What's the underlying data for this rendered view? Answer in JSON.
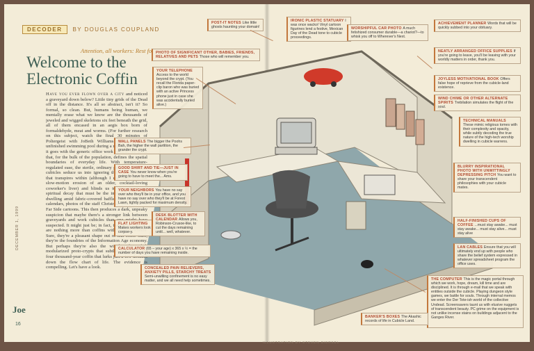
{
  "kicker": {
    "label": "DECODER",
    "byline": "BY DOUGLAS COUPLAND"
  },
  "tagline": "Attention, all workers: Rest for your lives!",
  "headline": "Welcome to the Electronic Coffin",
  "body": {
    "lead": "Have you ever flown over a city",
    "text": "and noticed a graveyard down below? Little tiny grids of the Dead off in the distance. It's all so abstract, isn't it? So formal, so clean. But, humans being human, we mentally erase what we know are the thousands of jeweled and wigged skeletons six feet beneath the grid, all of them encased in an aegis box born of formaldehyde, meat and worms. (For further research on this subject, watch the final 30 minutes of Poltergeist with JoBeth Williams trapped in the unfinished swimming pool during a rainstorm.) And so it goes with the generic office work cubicle, the place that, for the bulk of the population, defines the spatial boundaries of everyday life. With temperature-regulated ease, the sterile, ordinary grid-lines of work cubicles seduce us into ignoring the physical decay that transpires within (although I did once toss the slow-motion erosion of an older, cocktail-loving coworker's liver) and blinds us to the moral and spiritual decay that must be the inevitable result of dwelling amid fabric-covered baffles dotted with cat calendars, photos of the staff Christmas party and The Far Side cartoons. This then produces a dark, unpeaky suspicion that maybe there's a stronger link between graveyards and work cubicles than one might have suspected. It might just be; in fact, that work cubicles are nothing more than coffins with roaring wheels. Sure, they're a pleasant shape out of teal color. Sure, they're the foundries of the Information Age economy. But perhaps they're also the wired, color-coded, modularized proto-crypts that subtly prepare us for four thousand-year coffin that lurks just a few decades down the flow chart of life. The evidence is compelling. Let's have a look."
  },
  "sidebar_vertical": "DECEMBER 1, 1999",
  "logo": "Joe",
  "page_number": "16",
  "credit": "ILLUSTRATION BY STEVEN BIERSEL",
  "callouts": {
    "postit": {
      "hd": "POST-IT NOTES",
      "bd": "Like little ghosts haunting your domain!"
    },
    "photo_sig": {
      "hd": "PHOTO OF SIGNIFICANT OTHER, BABIES, FRIENDS, RELATIVES AND PETS",
      "bd": "Those who will remember you."
    },
    "phone": {
      "hd": "YOUR TELEPHONE",
      "bd": "Access to the world beyond the crypt. (You recall the Florida paper-clip baron who was buried with an active Princess phone just in case she was accidentally buried alive.)"
    },
    "walls": {
      "hd": "WALL PANELS",
      "bd": "The bigger the Poohs Bah, the higher the wall partition, the grander the crypt."
    },
    "shirt": {
      "hd": "GOOD SHIRT AND TIE—JUST IN CASE",
      "bd": "You never know when you're going to have to meet the... Ams."
    },
    "neighbors": {
      "hd": "YOUR NEIGHBORS",
      "bd": "You have no say over who they'll be in your office, and you have no say over who they'll be at Forest Lawn, tightly packed for maximum density."
    },
    "flat": {
      "hd": "FLAT LIGHTING",
      "bd": "Makes workers look corpse-y."
    },
    "desk_blotter": {
      "hd": "DESK BLOTTER WITH CALENDAR",
      "bd": "Allows you, Robinson-Crusoe-like, to cut the days remaining until... well, whatever."
    },
    "calc": {
      "hd": "CALCULATOR",
      "bd": "(65 – your age) x 365 x ½ = the number of days you have remaining inside."
    },
    "pills": {
      "hd": "CONCEALED PAIN RELIEVERS, ANXIETY PILLS, STARCHY TREATS",
      "bd": "Semi-unwilling confinement is no easy matter, and we all need help sometimes."
    },
    "staplet": {
      "hd": "IRONIC PLASTIC STATUARY",
      "bd": "I was once wacko! Vinyl cartoon figurines lend a festive, Mexican Day of the Dead tone to cubicle proceedings."
    },
    "car": {
      "hd": "WORSHIPFUL CAR PHOTO",
      "bd": "A much fetishized consumer durable—a chariot?—to whisk you off to Wherever's Next."
    },
    "planner": {
      "hd": "ACHIEVEMENT PLANNER",
      "bd": "Words that will be quickly subbed into your obituary."
    },
    "supplies": {
      "hd": "NEATLY ARRANGED OFFICE SUPPLIES",
      "bd": "If you're going to leave, you'll be leaving with your worldly matters in order, thank you."
    },
    "joyless": {
      "hd": "JOYLESS MOTIVATIONAL BOOK",
      "bd": "Offers false hope of reprieve from the cubicle-land existence."
    },
    "wind": {
      "hd": "WIND CHIME OR OTHER ALTERNATE SPIRITS",
      "bd": "Trebilation simulates the flight of the soul."
    },
    "manuals": {
      "hd": "TECHNICAL MANUALS",
      "bd": "These mimic religious tomes with their complexity and opacity, while subtly decoding the true nature of the high-tech worship dwelling in cubicle warrens."
    },
    "inspire": {
      "hd": "BLURRY INSPIRATIONAL PHOTO WITH UNWITTINGLY DEPRESSING PITCH",
      "bd": "You want to share your transcendent philosophies with your cubicle mates."
    },
    "cups": {
      "hd": "HALF-FINISHED CUPS OF COFFEE",
      "bd": "...must stay awake... must stay awake... must stay alive... must stay alive"
    },
    "lan": {
      "hd": "LAN CABLES",
      "bd": "Ensure that you will ultimately end up with people who share the belief system expressed in whatever spreadsheet program the office uses."
    },
    "computer": {
      "hd": "THE COMPUTER",
      "bd": "This is the magic portal through which we work, hope, dream, kill time and are disciplined. It is through e-mail that we speak with entities outside the cubicle. Playing dungeon style games, we battle for souls. Through internal memos we enter the Der Tote-ish world of the collective Undead. Screensavers taunt us with elusive nuggets of transcendent beauty. PC grime on the equipment is not unlike incense stains on buildings adjacent to the Ganges River."
    },
    "banker": {
      "hd": "BANKER'S BOXES",
      "bd": "The Akashic records of life in Cubicle Land."
    }
  },
  "colors": {
    "page": "#f3ecd8",
    "headline": "#3f5f54",
    "accent": "#b0492f",
    "carpet": "#8fa7ab",
    "wall": "#dfd9c8"
  }
}
